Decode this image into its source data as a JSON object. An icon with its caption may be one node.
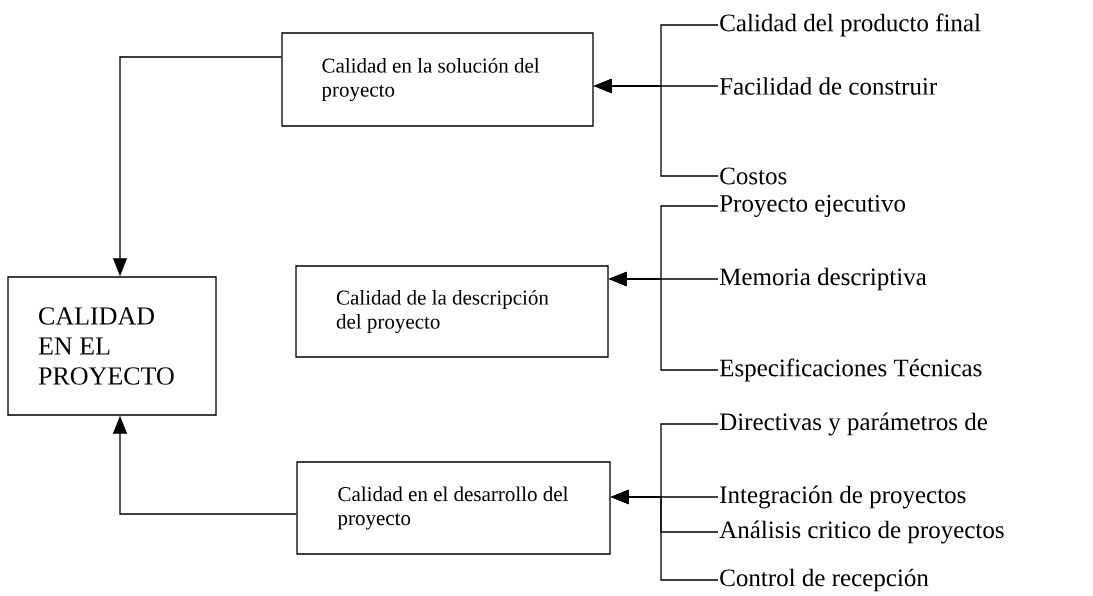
{
  "diagram": {
    "nodes": [
      {
        "text": [
          "CALIDAD EN EL PROYECTO"
        ]
      },
      {
        "text": [
          "Calidad en la solución del proyecto"
        ]
      },
      {
        "text": [
          "Calidad de la descripción del proyecto"
        ]
      },
      {
        "text": [
          "Calidad en el desarrollo del proyecto"
        ]
      },
      {
        "text": [
          "Calidad del producto final"
        ]
      },
      {
        "text": [
          "Facilidad de construir"
        ]
      },
      {
        "text": [
          "Costos"
        ]
      },
      {
        "text": [
          "Proyecto ejecutivo"
        ]
      },
      {
        "text": [
          "Memoria descriptiva"
        ]
      },
      {
        "text": [
          "Especificaciones Técnicas"
        ]
      },
      {
        "text": [
          "Directivas y parámetros de"
        ]
      },
      {
        "text": [
          "Integración de proyectos"
        ]
      },
      {
        "text": [
          "Análisis critico de proyectos"
        ]
      },
      {
        "text": [
          "Control de recepción"
        ]
      }
    ],
    "edges": [
      {
        "from": 1,
        "to": 0,
        "arrow": "to"
      },
      {
        "from": 3,
        "to": 0,
        "arrow": "to"
      },
      {
        "from": 4,
        "to": 1,
        "arrow": "to"
      },
      {
        "from": 5,
        "to": 1,
        "arrow": "to"
      },
      {
        "from": 6,
        "to": 1,
        "arrow": "to"
      },
      {
        "from": 7,
        "to": 2,
        "arrow": "to"
      },
      {
        "from": 8,
        "to": 2,
        "arrow": "to"
      },
      {
        "from": 9,
        "to": 2,
        "arrow": "to"
      },
      {
        "from": 10,
        "to": 3,
        "arrow": "to"
      },
      {
        "from": 11,
        "to": 3,
        "arrow": "to"
      },
      {
        "from": 12,
        "to": 3,
        "arrow": "to"
      },
      {
        "from": 13,
        "to": 3,
        "arrow": "to"
      }
    ]
  }
}
